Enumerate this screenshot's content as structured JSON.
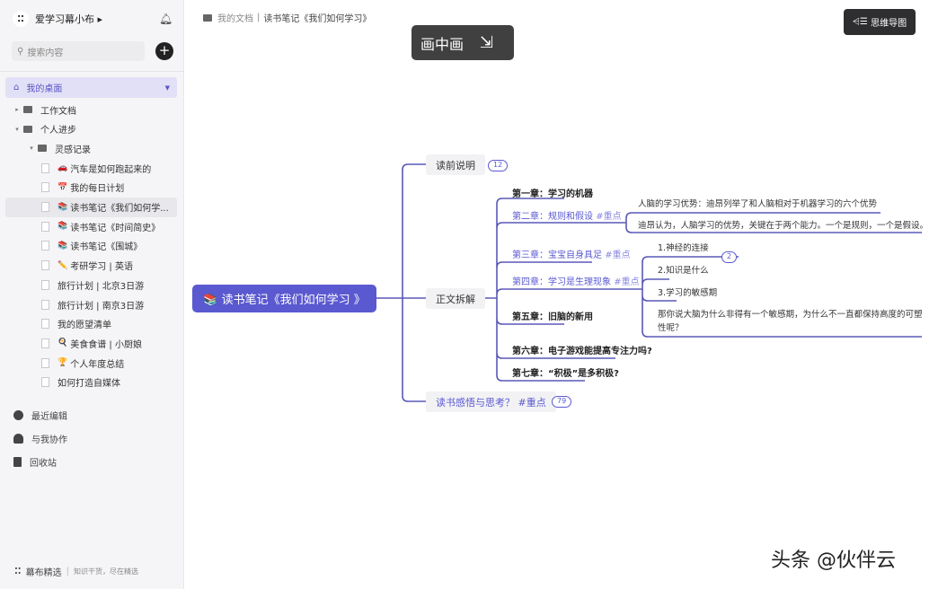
{
  "sidebar": {
    "workspace": "爱学习幕小布 ▸",
    "search_placeholder": "搜索内容",
    "desktop": "我的桌面",
    "tree": [
      {
        "label": "工作文档",
        "type": "folder",
        "arrow": "▸"
      },
      {
        "label": "个人进步",
        "type": "folder",
        "arrow": "▾"
      },
      {
        "label": "灵感记录",
        "type": "folder",
        "arrow": "▾"
      },
      {
        "label": "汽车是如何跑起来的",
        "type": "doc",
        "emoji": "🚗"
      },
      {
        "label": "我的每日计划",
        "type": "doc",
        "emoji": "📅"
      },
      {
        "label": "读书笔记《我们如何学...",
        "type": "doc",
        "emoji": "📚"
      },
      {
        "label": "读书笔记《时间简史》",
        "type": "doc",
        "emoji": "📚"
      },
      {
        "label": "读书笔记《围城》",
        "type": "doc",
        "emoji": "📚"
      },
      {
        "label": "考研学习 | 英语",
        "type": "doc",
        "emoji": "✏️"
      },
      {
        "label": "旅行计划 | 北京3日游",
        "type": "doc"
      },
      {
        "label": "旅行计划 | 南京3日游",
        "type": "doc"
      },
      {
        "label": "我的愿望清单",
        "type": "doc"
      },
      {
        "label": "美食食谱 | 小厨娘",
        "type": "doc",
        "emoji": "🍳"
      },
      {
        "label": "个人年度总结",
        "type": "doc",
        "emoji": "🏆"
      },
      {
        "label": "如何打造自媒体",
        "type": "doc"
      }
    ],
    "nav": [
      "最近编辑",
      "与我协作",
      "回收站"
    ],
    "footer": {
      "brand": "幕布精选",
      "tagline": "知识干货，尽在精选"
    }
  },
  "breadcrumb": {
    "root": "我的文档",
    "current": "读书笔记《我们如何学习》"
  },
  "pip": {
    "label": "画中画"
  },
  "mindmap_button": "思维导图",
  "mindmap": {
    "root": "📚 读书笔记《我们如何学习 》",
    "l1": [
      {
        "label": "读前说明",
        "badge": "12"
      },
      {
        "label": "正文拆解"
      },
      {
        "label": "读书感悟与思考？ #重点",
        "badge": "79"
      }
    ],
    "chapters": [
      {
        "label": "第一章：学习的机器"
      },
      {
        "label": "第二章：规则和假设",
        "tag": "#重点"
      },
      {
        "label": "第三章：宝宝自身具足",
        "tag": "#重点"
      },
      {
        "label": "第四章：学习是生理现象",
        "tag": "#重点"
      },
      {
        "label": "第五章：旧脑的新用"
      },
      {
        "label": "第六章：电子游戏能提高专注力吗?"
      },
      {
        "label": "第七章：“积极”是多积极?"
      }
    ],
    "ch2_children": [
      "人脑的学习优势：迪昂列举了和人脑相对于机器学习的六个优势",
      "迪昂认为，人脑学习的优势，关键在于两个能力。一个是规则，一个是假设。"
    ],
    "ch4_children": [
      "1.神经的连接",
      "2.知识是什么",
      "3.学习的敏感期",
      "那你说大脑为什么非得有一个敏感期，为什么不一直都保持高度的可塑",
      "性呢？"
    ],
    "ch4_badge": "2"
  },
  "watermark": "头条 @伙伴云",
  "colors": {
    "accent": "#5a59d0"
  }
}
